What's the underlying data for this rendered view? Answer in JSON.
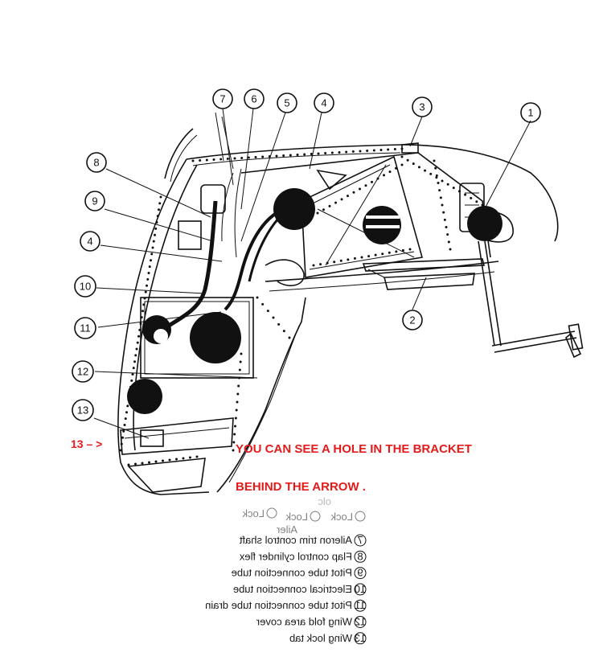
{
  "callouts": [
    "1",
    "2",
    "3",
    "4",
    "5",
    "6",
    "7",
    "8",
    "9",
    "4",
    "10",
    "11",
    "12",
    "13"
  ],
  "annotation": {
    "arrow_label": "13 – >",
    "line1": "YOU CAN SEE A HOLE IN THE BRACKET",
    "line2": "BEHIND THE ARROW .",
    "color": "#e31b1b"
  },
  "legend": {
    "faded_top": "olc",
    "faded_row": [
      "Lock",
      "Lock",
      "Lock"
    ],
    "faded_row2": "Ailer",
    "items": [
      {
        "num": "7",
        "text": "Aileron trim control shaft"
      },
      {
        "num": "8",
        "text": "Flap control cylinder flex"
      },
      {
        "num": "9",
        "text": "Pitot tube connection tube"
      },
      {
        "num": "10",
        "text": "Electrical connection tube"
      },
      {
        "num": "11",
        "text": "Pitot tube connection tube drain"
      },
      {
        "num": "12",
        "text": "Wing fold area cover"
      },
      {
        "num": "13",
        "text": "Wing lock tab"
      }
    ]
  }
}
